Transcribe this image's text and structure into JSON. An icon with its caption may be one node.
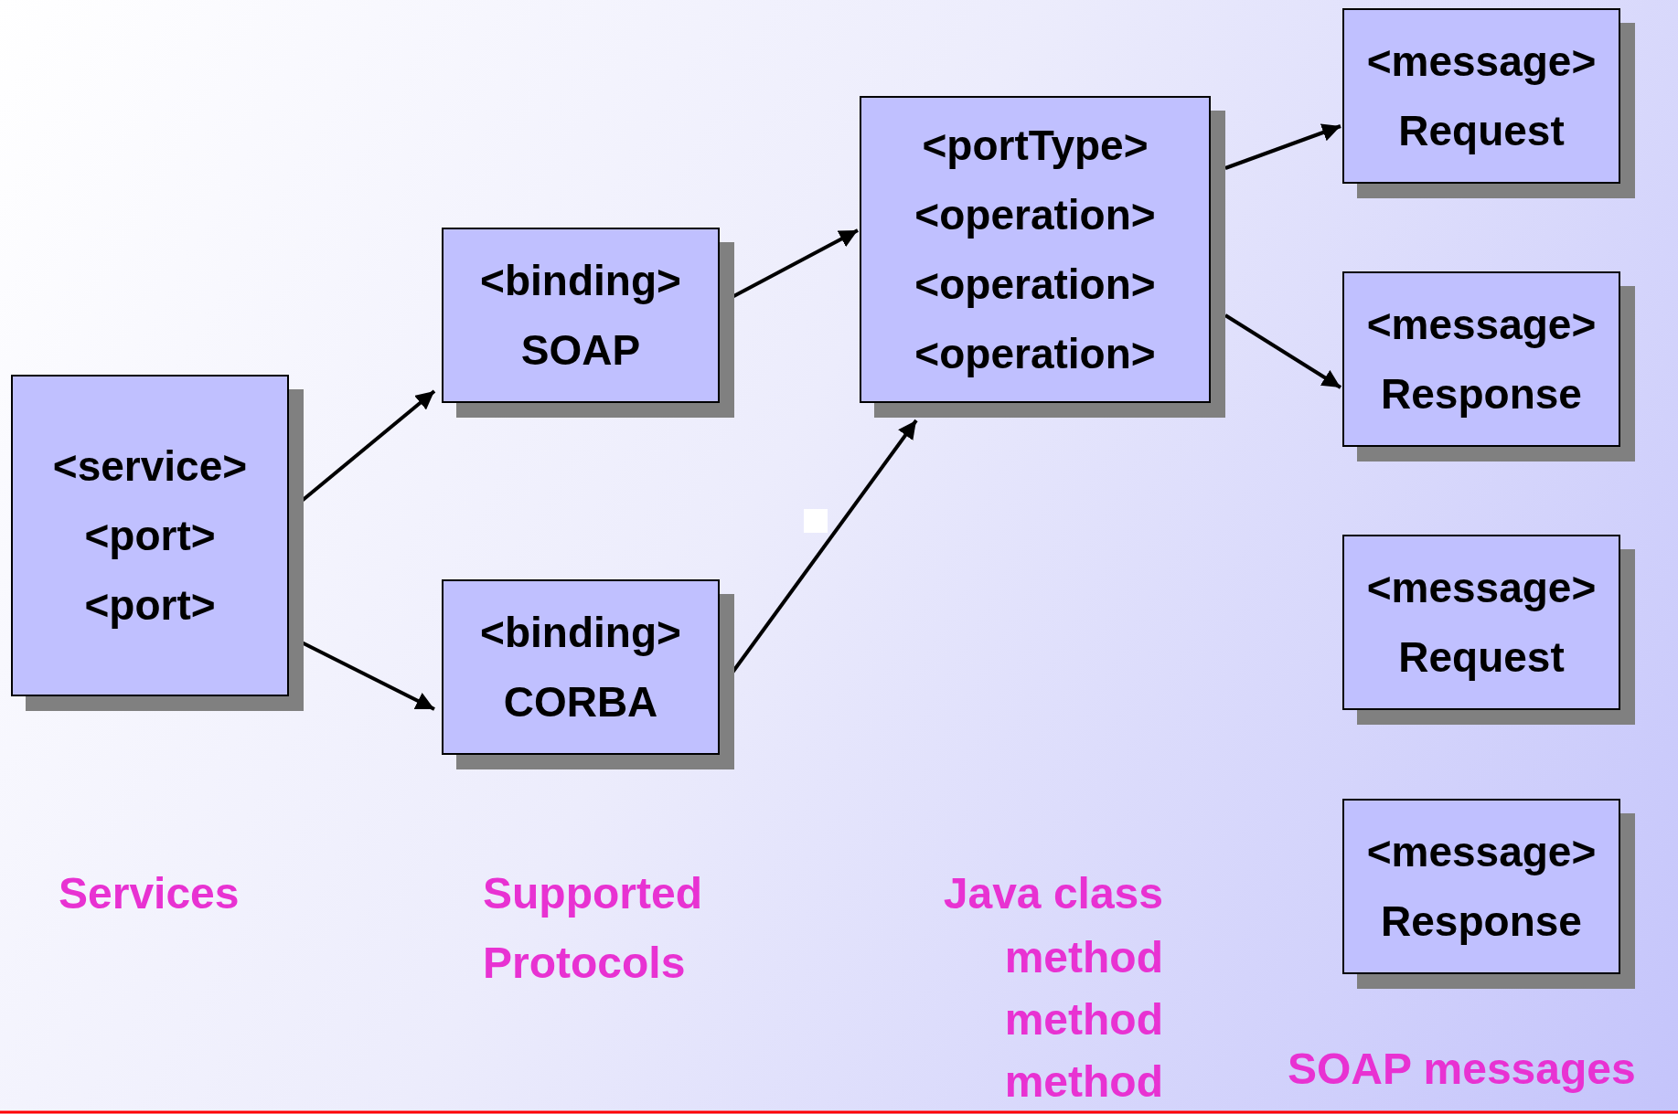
{
  "diagram": {
    "nodes": [
      {
        "text": [
          "<service>",
          "<port>",
          "<port>"
        ]
      },
      {
        "text": [
          "<binding>",
          "SOAP"
        ]
      },
      {
        "text": [
          "<binding>",
          "CORBA"
        ]
      },
      {
        "text": [
          "<portType>",
          "<operation>",
          "<operation>",
          "<operation>"
        ]
      },
      {
        "text": [
          "<message>",
          "Request"
        ]
      },
      {
        "text": [
          "<message>",
          "Response"
        ]
      },
      {
        "text": [
          "<message>",
          "Request"
        ]
      },
      {
        "text": [
          "<message>",
          "Response"
        ]
      }
    ],
    "edges": [
      {
        "from": 0,
        "to": 1,
        "arrow": "to"
      },
      {
        "from": 0,
        "to": 2,
        "arrow": "to"
      },
      {
        "from": 1,
        "to": 3,
        "arrow": "to"
      },
      {
        "from": 2,
        "to": 3,
        "arrow": "to"
      },
      {
        "from": 3,
        "to": 4,
        "arrow": "to"
      },
      {
        "from": 3,
        "to": 5,
        "arrow": "to"
      }
    ],
    "labels": [
      "Services",
      "Supported Protocols",
      "Java class",
      "method",
      "method",
      "method",
      "SOAP messages"
    ]
  }
}
